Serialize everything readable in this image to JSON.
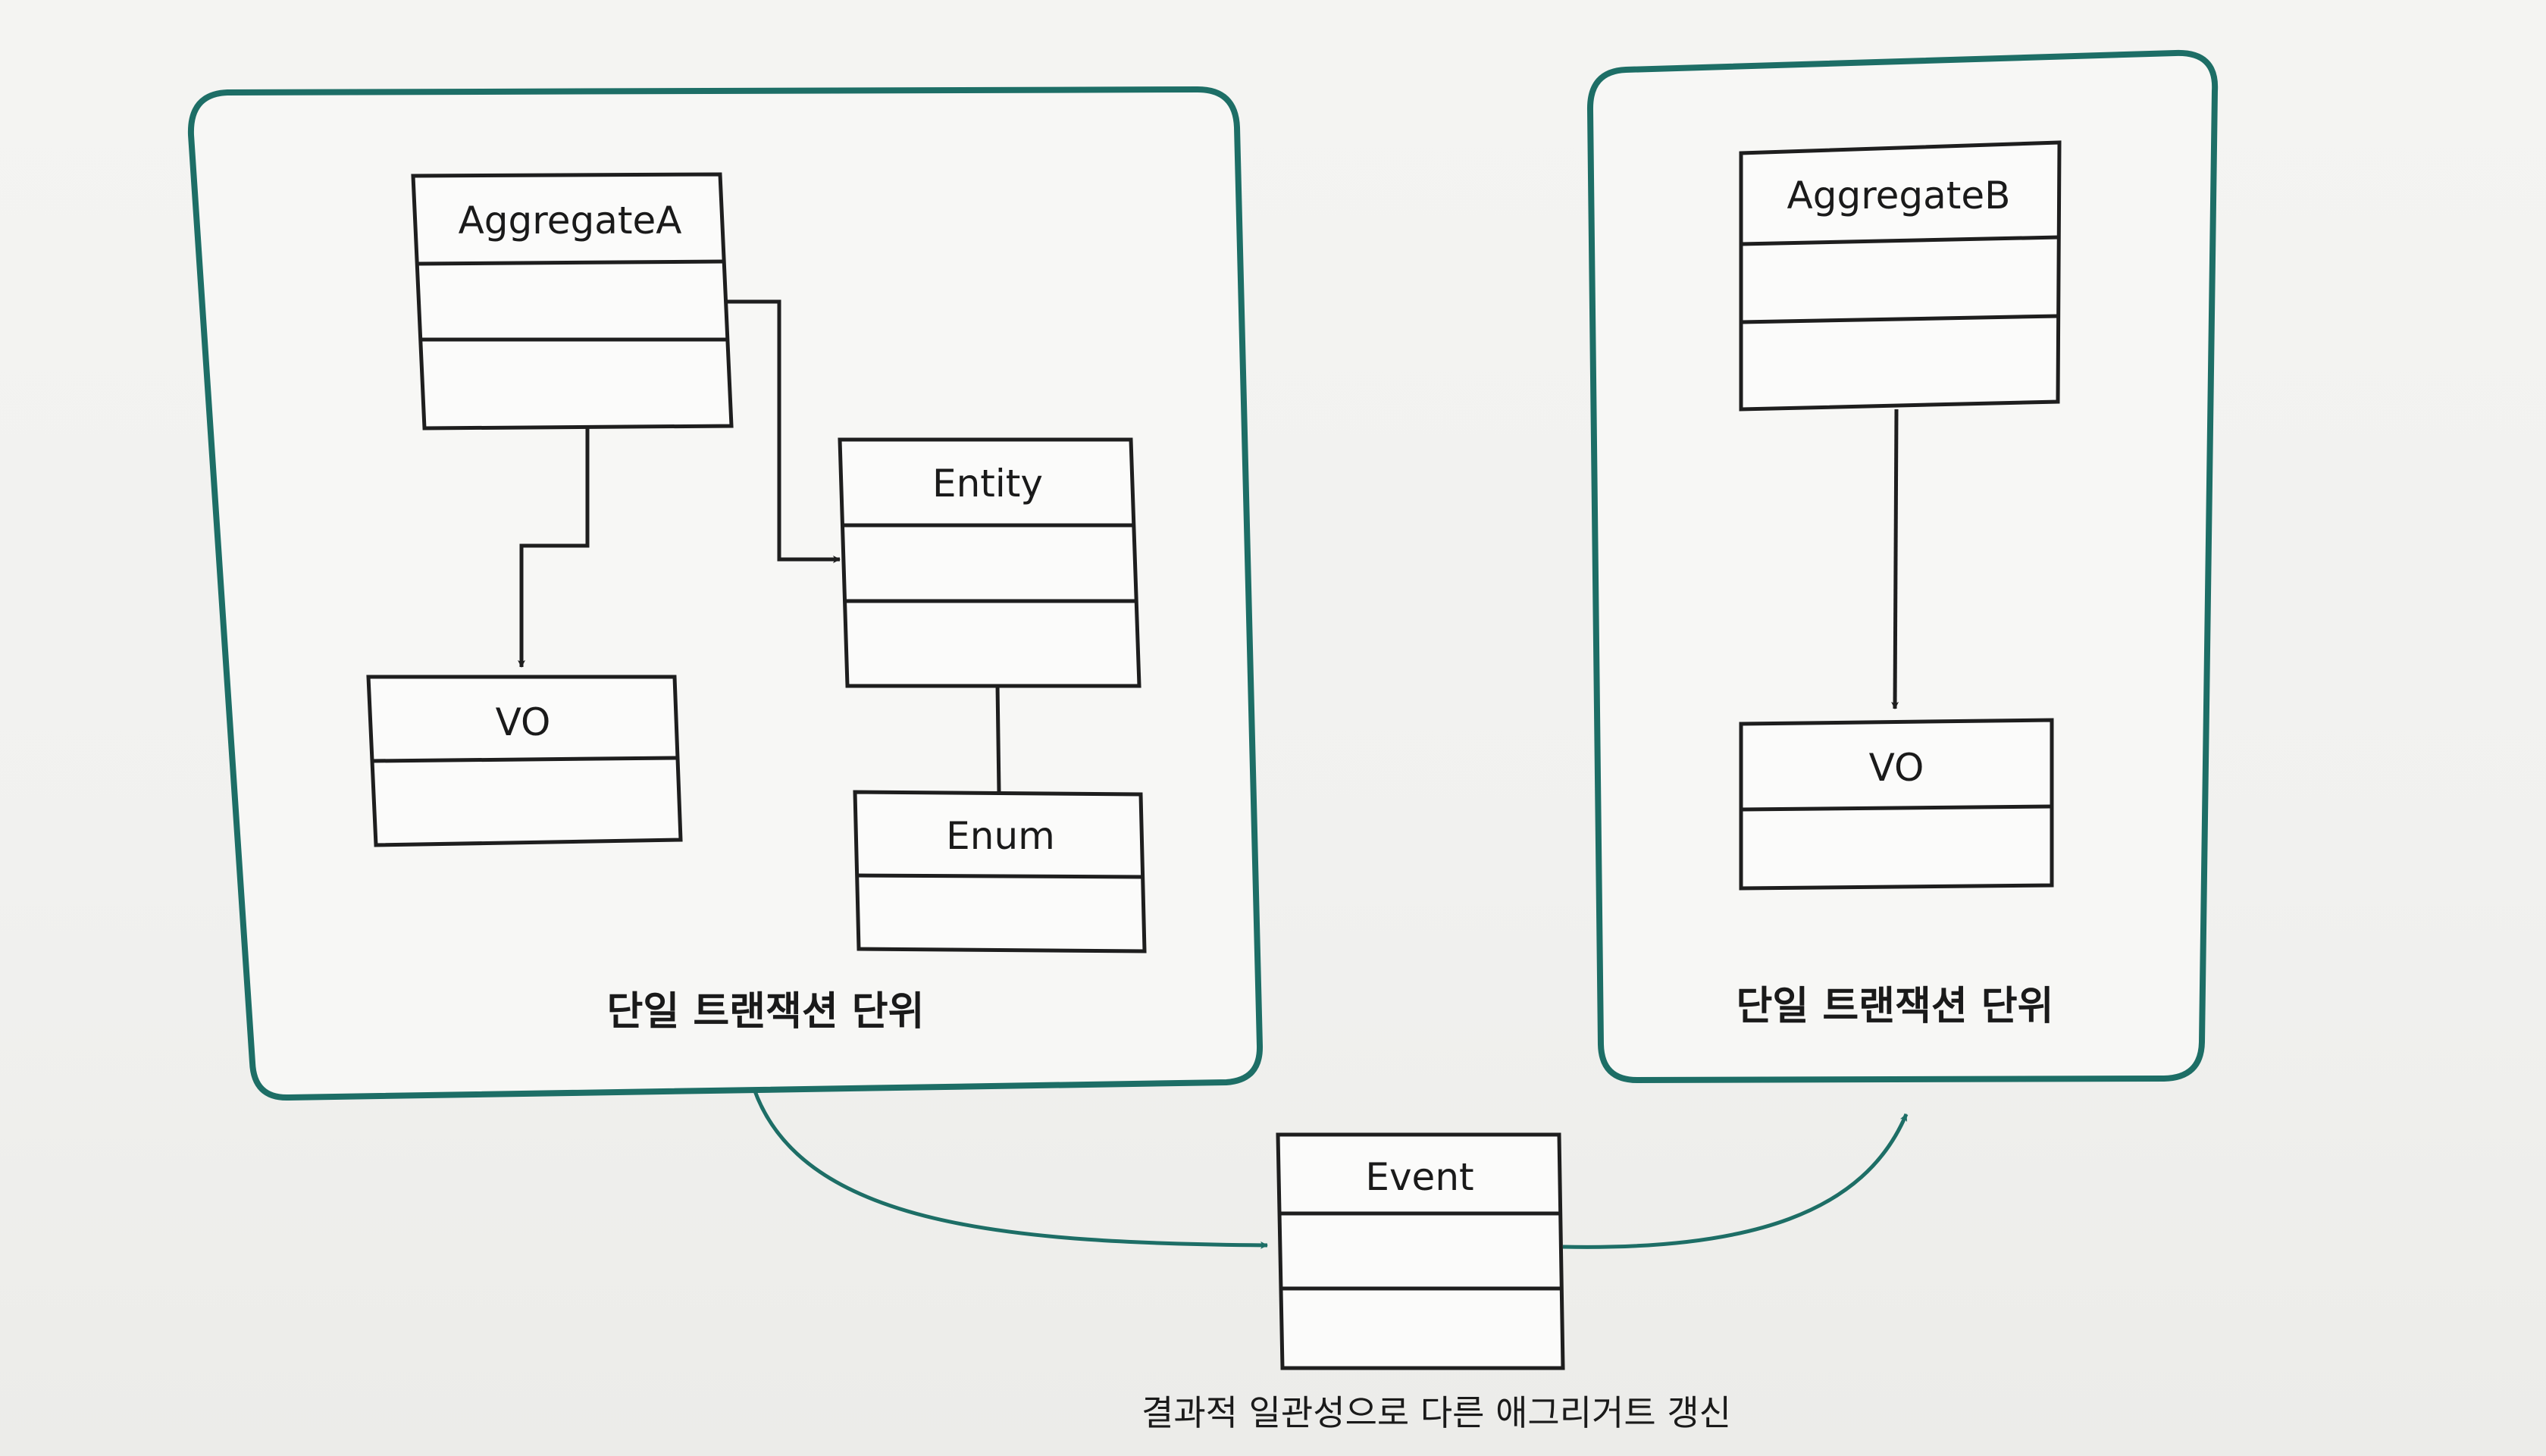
{
  "diagram": {
    "left_context": {
      "label": "단일 트랜잭션 단위",
      "boxes": {
        "aggregate_a": "AggregateA",
        "entity": "Entity",
        "vo": "VO",
        "enum": "Enum"
      }
    },
    "right_context": {
      "label": "단일 트랜잭션 단위",
      "boxes": {
        "aggregate_b": "AggregateB",
        "vo": "VO"
      }
    },
    "event_box": "Event",
    "caption": "결과적 일관성으로 다른 애그리거트 갱신"
  },
  "colors": {
    "frame": "#1d6e66",
    "line": "#1e1e1e",
    "background": "#f3f3f1"
  }
}
